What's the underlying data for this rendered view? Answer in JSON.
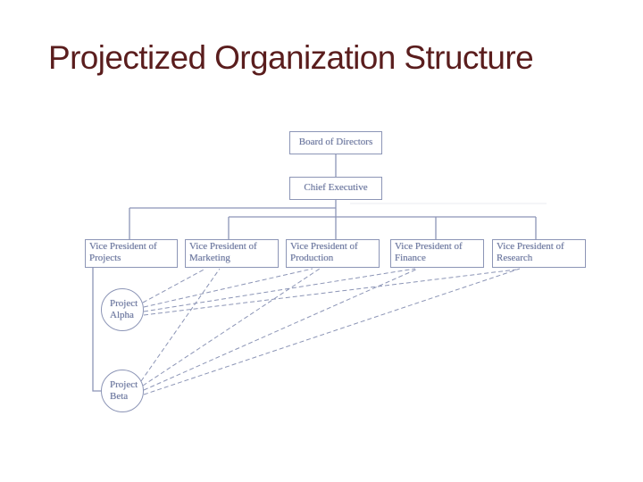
{
  "slide_title": "Projectized Organization Structure",
  "org_chart": {
    "board": {
      "label": "Board of Directors"
    },
    "chief_executive": {
      "label": "Chief Executive"
    },
    "vice_presidents": [
      {
        "line1": "Vice President of",
        "line2": "Projects"
      },
      {
        "line1": "Vice President of",
        "line2": "Marketing"
      },
      {
        "line1": "Vice President of",
        "line2": "Production"
      },
      {
        "line1": "Vice President of",
        "line2": "Finance"
      },
      {
        "line1": "Vice President of",
        "line2": "Research"
      }
    ],
    "projects": [
      {
        "line1": "Project",
        "line2": "Alpha"
      },
      {
        "line1": "Project",
        "line2": "Beta"
      }
    ],
    "colors": {
      "diagram_ink_blue": "#8c95b6",
      "diagram_text_blue": "#6e79a0",
      "title_text": "#5a1d1d",
      "background": "#ffffff"
    },
    "line_styles": {
      "reporting_lines": "solid",
      "project_to_vp_links": "dashed"
    }
  }
}
